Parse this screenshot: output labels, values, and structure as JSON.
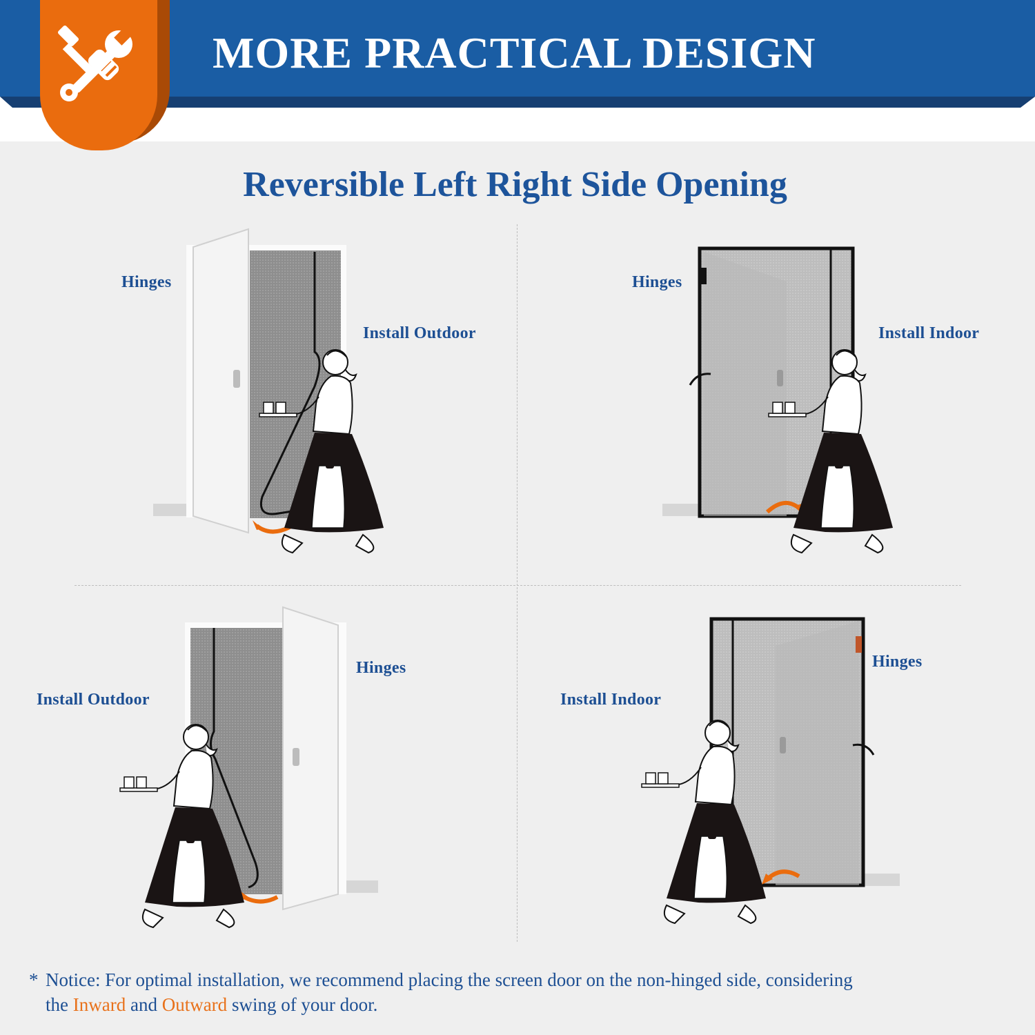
{
  "header": {
    "title": "MORE PRACTICAL DESIGN",
    "badge_icon": "tools-icon"
  },
  "subtitle": "Reversible Left Right Side Opening",
  "panels": {
    "top_left": {
      "hinges": "Hinges",
      "install": "Install Outdoor"
    },
    "top_right": {
      "hinges": "Hinges",
      "install": "Install Indoor"
    },
    "bottom_left": {
      "hinges": "Hinges",
      "install": "Install Outdoor"
    },
    "bottom_right": {
      "hinges": "Hinges",
      "install": "Install Indoor"
    }
  },
  "notice": {
    "star": "*",
    "line1": "Notice: For optimal installation, we recommend placing the screen door on the non-hinged side, considering",
    "line2_a": "the ",
    "inward": "Inward",
    "line2_b": " and ",
    "outward": "Outward",
    "line2_c": " swing of your door."
  },
  "colors": {
    "banner": "#1a5da4",
    "badge": "#ea6c0e",
    "heading": "#1d549b",
    "accent": "#e8711a"
  }
}
